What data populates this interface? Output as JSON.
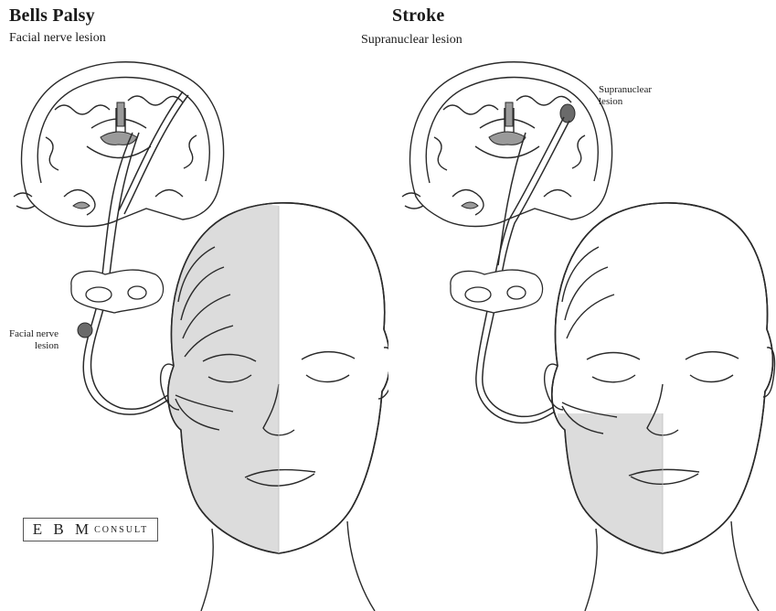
{
  "left": {
    "title": "Bells Palsy",
    "subtitle": "Facial nerve lesion",
    "callout_line1": "Facial nerve",
    "callout_line2": "lesion"
  },
  "right": {
    "title": "Stroke",
    "subtitle": "Supranuclear lesion",
    "callout_line1": "Supranuclear",
    "callout_line2": "lesion"
  },
  "logo": {
    "main": "E B M",
    "sub": "CONSULT"
  },
  "colors": {
    "ink": "#2a2a2a",
    "shade": "#dcdcdc",
    "lesion": "#6a6a6a",
    "background": "#ffffff"
  }
}
